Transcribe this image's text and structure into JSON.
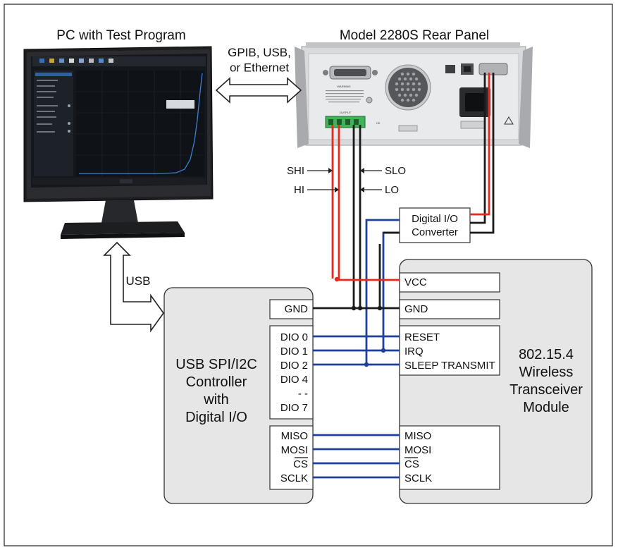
{
  "titles": {
    "pc": "PC with Test Program",
    "rear_panel": "Model 2280S Rear Panel"
  },
  "links": {
    "pc_to_instrument": "GPIB, USB,\nor Ethernet",
    "pc_to_controller": "USB"
  },
  "instrument": {
    "terminals": {
      "shi": "SHI",
      "slo": "SLO",
      "hi": "HI",
      "lo": "LO"
    },
    "panel_text": {
      "warning": "WARNING",
      "output": "OUTPUT",
      "ce": "CE"
    }
  },
  "converter": {
    "label": "Digital I/O\nConverter"
  },
  "controller": {
    "label": "USB SPI/I2C\nController\nwith\nDigital I/O",
    "gnd": "GND",
    "dio": [
      "DIO 0",
      "DIO 1",
      "DIO 2",
      "DIO 4",
      "- -",
      "DIO 7"
    ],
    "spi": [
      "MISO",
      "MOSI",
      "CS",
      "SCLK"
    ]
  },
  "module": {
    "label": "802.15.4\nWireless\nTransceiver\nModule",
    "vcc": "VCC",
    "gnd": "GND",
    "io": [
      "RESET",
      "IRQ",
      "SLEEP TRANSMIT"
    ],
    "spi": [
      "MISO",
      "MOSI",
      "CS",
      "SCLK"
    ]
  },
  "colors": {
    "power": "#e8281c",
    "ground": "#1a1a1a",
    "signal": "#1f3f98",
    "box_fill": "#e6e6e6",
    "frame": "#333333"
  }
}
